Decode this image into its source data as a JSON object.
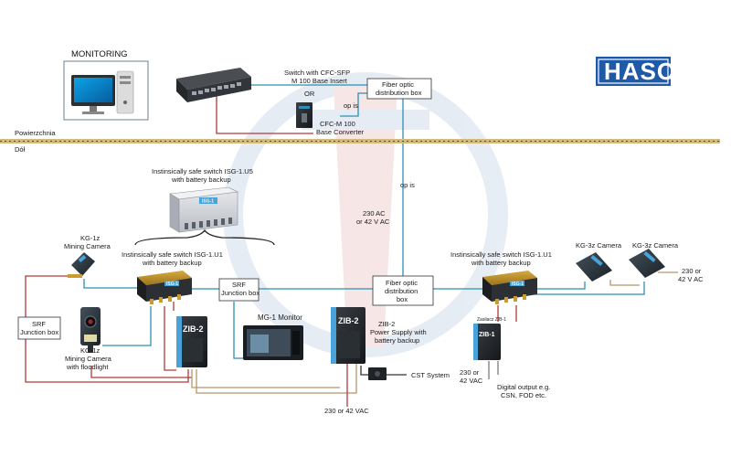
{
  "logo": {
    "text": "HASO",
    "bg_color": "#1e5aa8"
  },
  "monitoring": {
    "title": "MONITORING"
  },
  "surface": {
    "above_label": "Powierzchnia",
    "below_label": "Dół"
  },
  "switch_top": {
    "label_line1": "Switch with CFC-SFP",
    "label_line2": "M 100 Base Insert",
    "or_label": "OR"
  },
  "converter": {
    "label_line1": "CFC-M 100",
    "label_line2": "Base Converter"
  },
  "fiber_box_top": {
    "label_line1": "Fiber optic",
    "label_line2": "distribution box"
  },
  "fiber_box_mid": {
    "label_line1": "Fiber optic",
    "label_line2": "distribution",
    "label_line3": "box"
  },
  "op_is": {
    "label_1": "op is",
    "label_2": "op is"
  },
  "power_vertical": {
    "line1": "230 AC",
    "line2": "or 42 V AC"
  },
  "isg_u5": {
    "label_line1": "Instinsically safe switch ISG-1.U5",
    "label_line2": "with battery backup",
    "device_text": "ISG-1"
  },
  "isg_u1_left": {
    "label_line1": "Instinsically safe switch ISG-1.U1",
    "label_line2": "with battery backup",
    "device_text": "ISG-1"
  },
  "isg_u1_right": {
    "label_line1": "Instinsically safe switch ISG-1.U1",
    "label_line2": "with battery backup",
    "device_text": "ISG-1"
  },
  "kg1z_top": {
    "label_line1": "KG-1z",
    "label_line2": "Mining Camera"
  },
  "kg1z_bottom": {
    "label_line1": "KG-1z",
    "label_line2": "Mining Camera",
    "label_line3": "with floodlight"
  },
  "srf_left": {
    "label_line1": "SRF",
    "label_line2": "Junction box"
  },
  "srf_mid": {
    "label_line1": "SRF",
    "label_line2": "Junction box"
  },
  "zib_left": {
    "device_text": "ZIB-2"
  },
  "zib_mid": {
    "device_text": "ZIB-2",
    "label_line1": "ZIB-2",
    "label_line2": "Power Supply with",
    "label_line3": "battery backup"
  },
  "zib_right": {
    "device_text": "ZIB-1",
    "caption": "Zasilacz ZIB-1"
  },
  "mg1": {
    "label": "MG-1 Monitor"
  },
  "cst": {
    "label": "CST System"
  },
  "power_bottom": {
    "label": "230 or 42 VAC"
  },
  "power_right_low": {
    "line1": "230 or",
    "line2": "42 VAC"
  },
  "kg3z_a": {
    "label": "KG-3z Camera"
  },
  "kg3z_b": {
    "label": "KG-3z Camera"
  },
  "power_right": {
    "line1": "230 or",
    "line2": "42 V AC"
  },
  "digital_output": {
    "line1": "Digital output e.g.",
    "line2": "CSN, FOD etc."
  }
}
